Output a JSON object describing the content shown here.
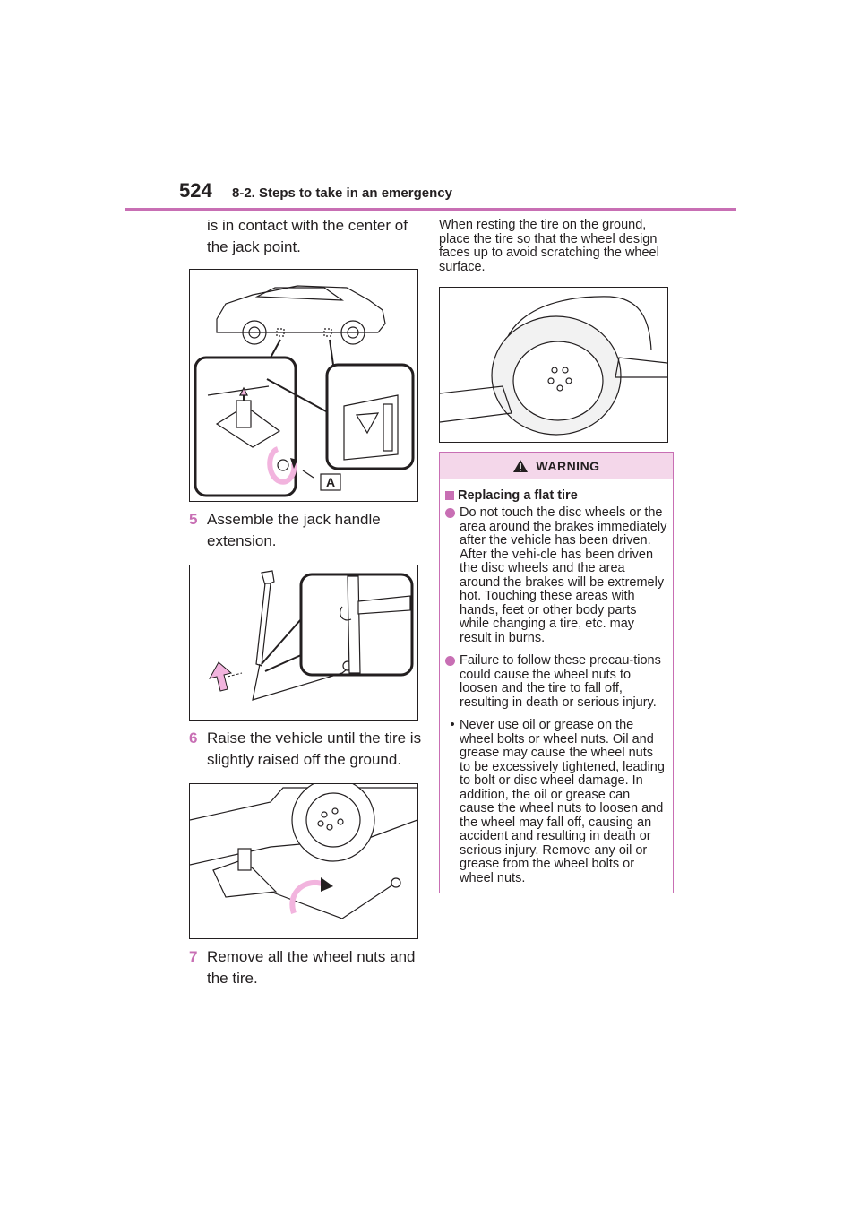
{
  "header": {
    "page_number": "524",
    "section": "8-2. Steps to take in an emergency"
  },
  "left": {
    "continuation": "is in contact with the center of the jack point.",
    "figure1_label": "A",
    "step5": {
      "num": "5",
      "text": "Assemble the jack handle extension."
    },
    "step6": {
      "num": "6",
      "text": "Raise the vehicle until the tire is slightly raised off the ground."
    },
    "step7": {
      "num": "7",
      "text": "Remove all the wheel nuts and the tire."
    }
  },
  "right": {
    "note": "When resting the tire on the ground, place the tire so that the wheel design faces up to avoid scratching the wheel surface.",
    "warning": {
      "title": "WARNING",
      "heading": "Replacing a flat tire",
      "items": [
        "Do not touch the disc wheels or the area around the brakes immediately after the vehicle has been driven. After the vehi-cle has been driven the disc wheels and the area around the brakes will be extremely hot. Touching these areas with hands, feet or other body parts while changing a tire, etc. may result in burns.",
        "Failure to follow these precau-tions could cause the wheel nuts to loosen and the tire to fall off, resulting in death or serious injury."
      ],
      "bullet": "Never use oil or grease on the wheel bolts or wheel nuts. Oil and grease may cause the wheel nuts to be excessively tightened, leading to bolt or disc wheel damage. In addition, the oil or grease can cause the wheel nuts to loosen and the wheel may fall off, causing an accident and resulting in death or serious injury. Remove any oil or grease from the wheel bolts or wheel nuts."
    }
  },
  "colors": {
    "accent": "#c86fb4",
    "warning_bg": "#f4d7ea",
    "figure_pink": "#f2b4de"
  }
}
